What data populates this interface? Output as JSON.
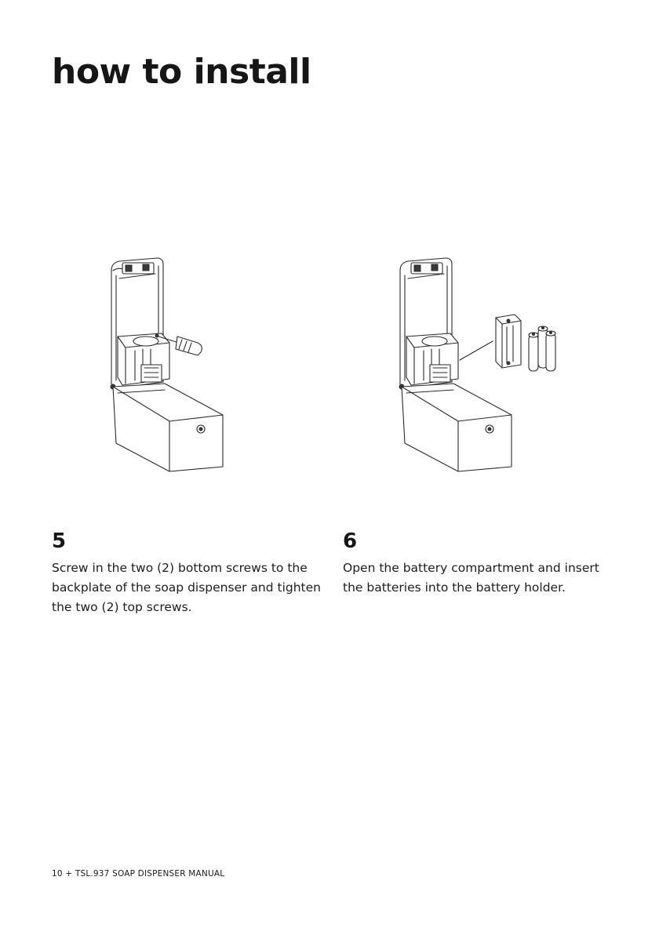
{
  "header": {
    "title": "how to install"
  },
  "steps": [
    {
      "number": "5",
      "text": "Screw in the two (2) bottom screws to the backplate of the soap dispenser and tighten the two (2) top screws.",
      "illustration_icon": "screwdriver-icon"
    },
    {
      "number": "6",
      "text": "Open the battery compartment and insert the batteries into the battery holder.",
      "illustration_icon": "battery-icon"
    }
  ],
  "footer": {
    "text": "10 + TSL.937 SOAP DISPENSER MANUAL"
  }
}
